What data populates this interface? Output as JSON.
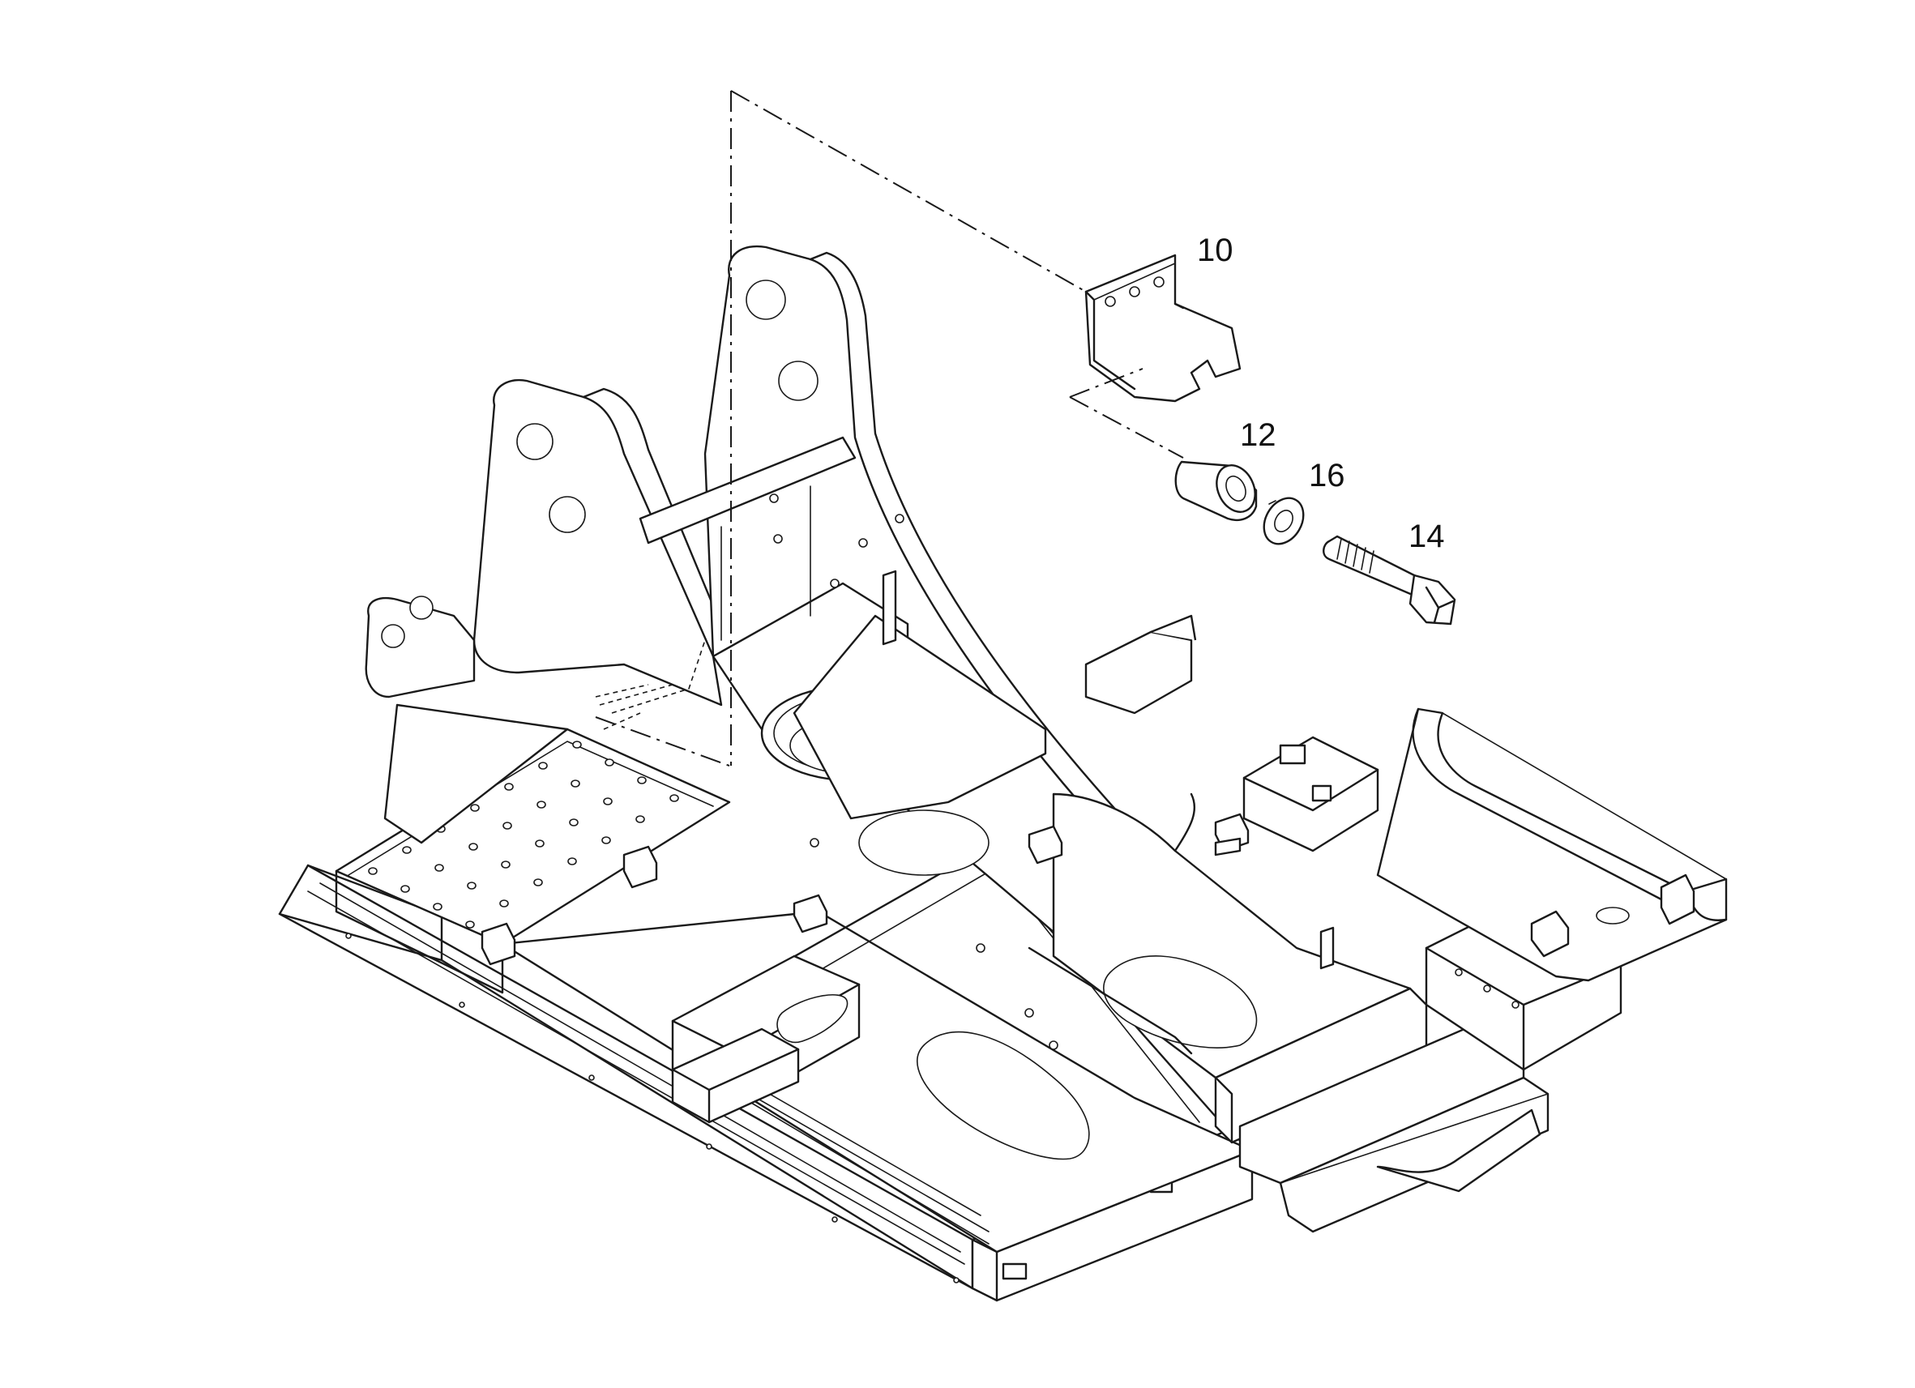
{
  "callouts": {
    "item_10": "10",
    "item_12": "12",
    "item_16": "16",
    "item_14": "14"
  },
  "colors": {
    "line": "#1a1a1a",
    "background": "#ffffff"
  }
}
